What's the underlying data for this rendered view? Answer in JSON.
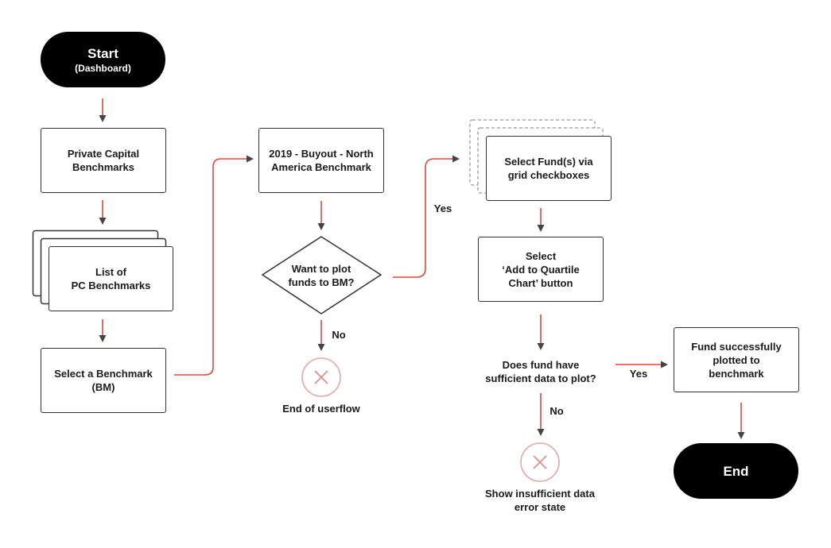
{
  "start": {
    "title": "Start",
    "subtitle": "(Dashboard)"
  },
  "private_capital": "Private Capital\nBenchmarks",
  "list_pc": "List of\nPC Benchmarks",
  "select_benchmark": "Select a Benchmark\n(BM)",
  "benchmark_2019": "2019 - Buyout - North\nAmerica Benchmark",
  "want_to_plot": "Want to plot\nfunds to BM?",
  "label_yes_1": "Yes",
  "label_no_1": "No",
  "end_of_userflow": "End of userflow",
  "select_funds": "Select Fund(s) via\ngrid checkboxes",
  "select_add": "Select\n‘Add to Quartile\nChart’ button",
  "sufficient_data": "Does fund have\nsufficient data to plot?",
  "label_yes_2": "Yes",
  "label_no_2": "No",
  "insufficient_state": "Show insufficient data\nerror state",
  "fund_plotted": "Fund successfully\nplotted to\nbenchmark",
  "end": {
    "title": "End"
  },
  "colors": {
    "connector": "#e0463c",
    "arrowhead": "#444444",
    "terminal": "#000000",
    "cancel": "#e0a8a8"
  }
}
